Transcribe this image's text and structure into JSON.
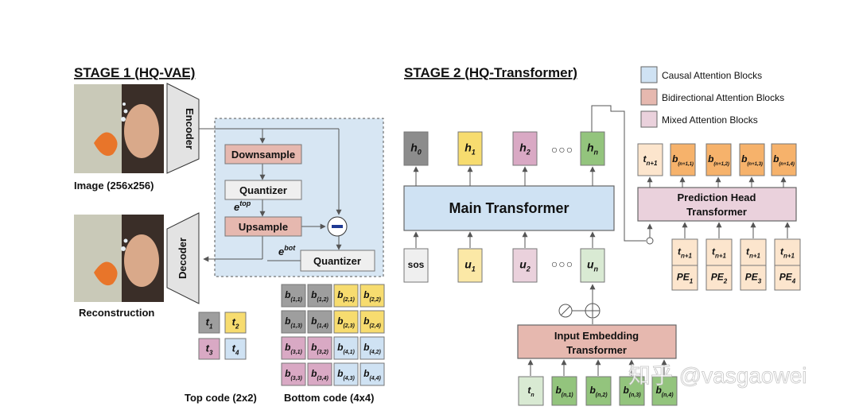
{
  "stage1": {
    "title": "STAGE 1 (HQ-VAE)",
    "encoder": "Encoder",
    "decoder": "Decoder",
    "image_caption": "Image (256x256)",
    "recon_caption": "Reconstruction",
    "downsample": "Downsample",
    "quantizer": "Quantizer",
    "upsample": "Upsample",
    "e_top": {
      "base": "e",
      "sup": "top"
    },
    "e_bot": {
      "base": "e",
      "sup": "bot"
    },
    "minus_symbol": "−",
    "top_code_label": "Top code (2x2)",
    "bottom_code_label": "Bottom code (4x4)",
    "top_code": [
      {
        "base": "t",
        "sub": "1",
        "color": "#9e9e9e"
      },
      {
        "base": "t",
        "sub": "2",
        "color": "#f7dc6f"
      },
      {
        "base": "t",
        "sub": "3",
        "color": "#d9a9c4"
      },
      {
        "base": "t",
        "sub": "4",
        "color": "#cfe2f3"
      }
    ],
    "bottom_code": [
      [
        {
          "base": "b",
          "sub": "(1,1)",
          "color": "#9e9e9e"
        },
        {
          "base": "b",
          "sub": "(1,2)",
          "color": "#9e9e9e"
        },
        {
          "base": "b",
          "sub": "(2,1)",
          "color": "#f7dc6f"
        },
        {
          "base": "b",
          "sub": "(2,2)",
          "color": "#f7dc6f"
        }
      ],
      [
        {
          "base": "b",
          "sub": "(1,3)",
          "color": "#9e9e9e"
        },
        {
          "base": "b",
          "sub": "(1,4)",
          "color": "#9e9e9e"
        },
        {
          "base": "b",
          "sub": "(2,3)",
          "color": "#f7dc6f"
        },
        {
          "base": "b",
          "sub": "(2,4)",
          "color": "#f7dc6f"
        }
      ],
      [
        {
          "base": "b",
          "sub": "(3,1)",
          "color": "#d9a9c4"
        },
        {
          "base": "b",
          "sub": "(3,2)",
          "color": "#d9a9c4"
        },
        {
          "base": "b",
          "sub": "(4,1)",
          "color": "#cfe2f3"
        },
        {
          "base": "b",
          "sub": "(4,2)",
          "color": "#cfe2f3"
        }
      ],
      [
        {
          "base": "b",
          "sub": "(3,3)",
          "color": "#d9a9c4"
        },
        {
          "base": "b",
          "sub": "(3,4)",
          "color": "#d9a9c4"
        },
        {
          "base": "b",
          "sub": "(4,3)",
          "color": "#cfe2f3"
        },
        {
          "base": "b",
          "sub": "(4,4)",
          "color": "#cfe2f3"
        }
      ]
    ]
  },
  "stage2": {
    "title": "STAGE 2 (HQ-Transformer)",
    "legend": [
      {
        "label": "Causal Attention Blocks",
        "color": "#cfe2f3"
      },
      {
        "label": "Bidirectional Attention Blocks",
        "color": "#e6b8af"
      },
      {
        "label": "Mixed Attention Blocks",
        "color": "#ead1dc"
      }
    ],
    "main_transformer": "Main Transformer",
    "prediction_head": [
      "Prediction Head",
      "Transformer"
    ],
    "input_embedding": [
      "Input Embedding",
      "Transformer"
    ],
    "ellipsis": "○○○",
    "outputs": [
      {
        "base": "h",
        "sub": "0",
        "color": "#8c8c8c"
      },
      {
        "base": "h",
        "sub": "1",
        "color": "#f7dc6f"
      },
      {
        "base": "h",
        "sub": "2",
        "color": "#d9a9c4"
      },
      {
        "base": "h",
        "sub": "n",
        "color": "#93c47d"
      }
    ],
    "inputs": [
      {
        "base": "sos",
        "sub": "",
        "color": "#efefef"
      },
      {
        "base": "u",
        "sub": "1",
        "color": "#fbe8a6"
      },
      {
        "base": "u",
        "sub": "2",
        "color": "#ead1dc"
      },
      {
        "base": "u",
        "sub": "n",
        "color": "#d9ead3"
      }
    ],
    "head_outputs": [
      {
        "base": "t",
        "sub": "n+1",
        "color": "#fce5cd"
      },
      {
        "base": "b",
        "sub": "(n+1,1)",
        "color": "#f6b26b"
      },
      {
        "base": "b",
        "sub": "(n+1,2)",
        "color": "#f6b26b"
      },
      {
        "base": "b",
        "sub": "(n+1,3)",
        "color": "#f6b26b"
      },
      {
        "base": "b",
        "sub": "(n+1,4)",
        "color": "#f6b26b"
      }
    ],
    "head_inputs": [
      {
        "t": {
          "base": "t",
          "sub": "n+1"
        },
        "pe": {
          "base": "PE",
          "sub": "1"
        }
      },
      {
        "t": {
          "base": "t",
          "sub": "n+1"
        },
        "pe": {
          "base": "PE",
          "sub": "2"
        }
      },
      {
        "t": {
          "base": "t",
          "sub": "n+1"
        },
        "pe": {
          "base": "PE",
          "sub": "3"
        }
      },
      {
        "t": {
          "base": "t",
          "sub": "n+1"
        },
        "pe": {
          "base": "PE",
          "sub": "4"
        }
      }
    ],
    "embed_inputs": [
      {
        "base": "t",
        "sub": "n",
        "color": "#d9ead3"
      },
      {
        "base": "b",
        "sub": "(n,1)",
        "color": "#93c47d"
      },
      {
        "base": "b",
        "sub": "(n,2)",
        "color": "#93c47d"
      },
      {
        "base": "b",
        "sub": "(n,3)",
        "color": "#93c47d"
      },
      {
        "base": "b",
        "sub": "(n,4)",
        "color": "#93c47d"
      }
    ]
  },
  "watermark": "知乎 @vasgaowei"
}
